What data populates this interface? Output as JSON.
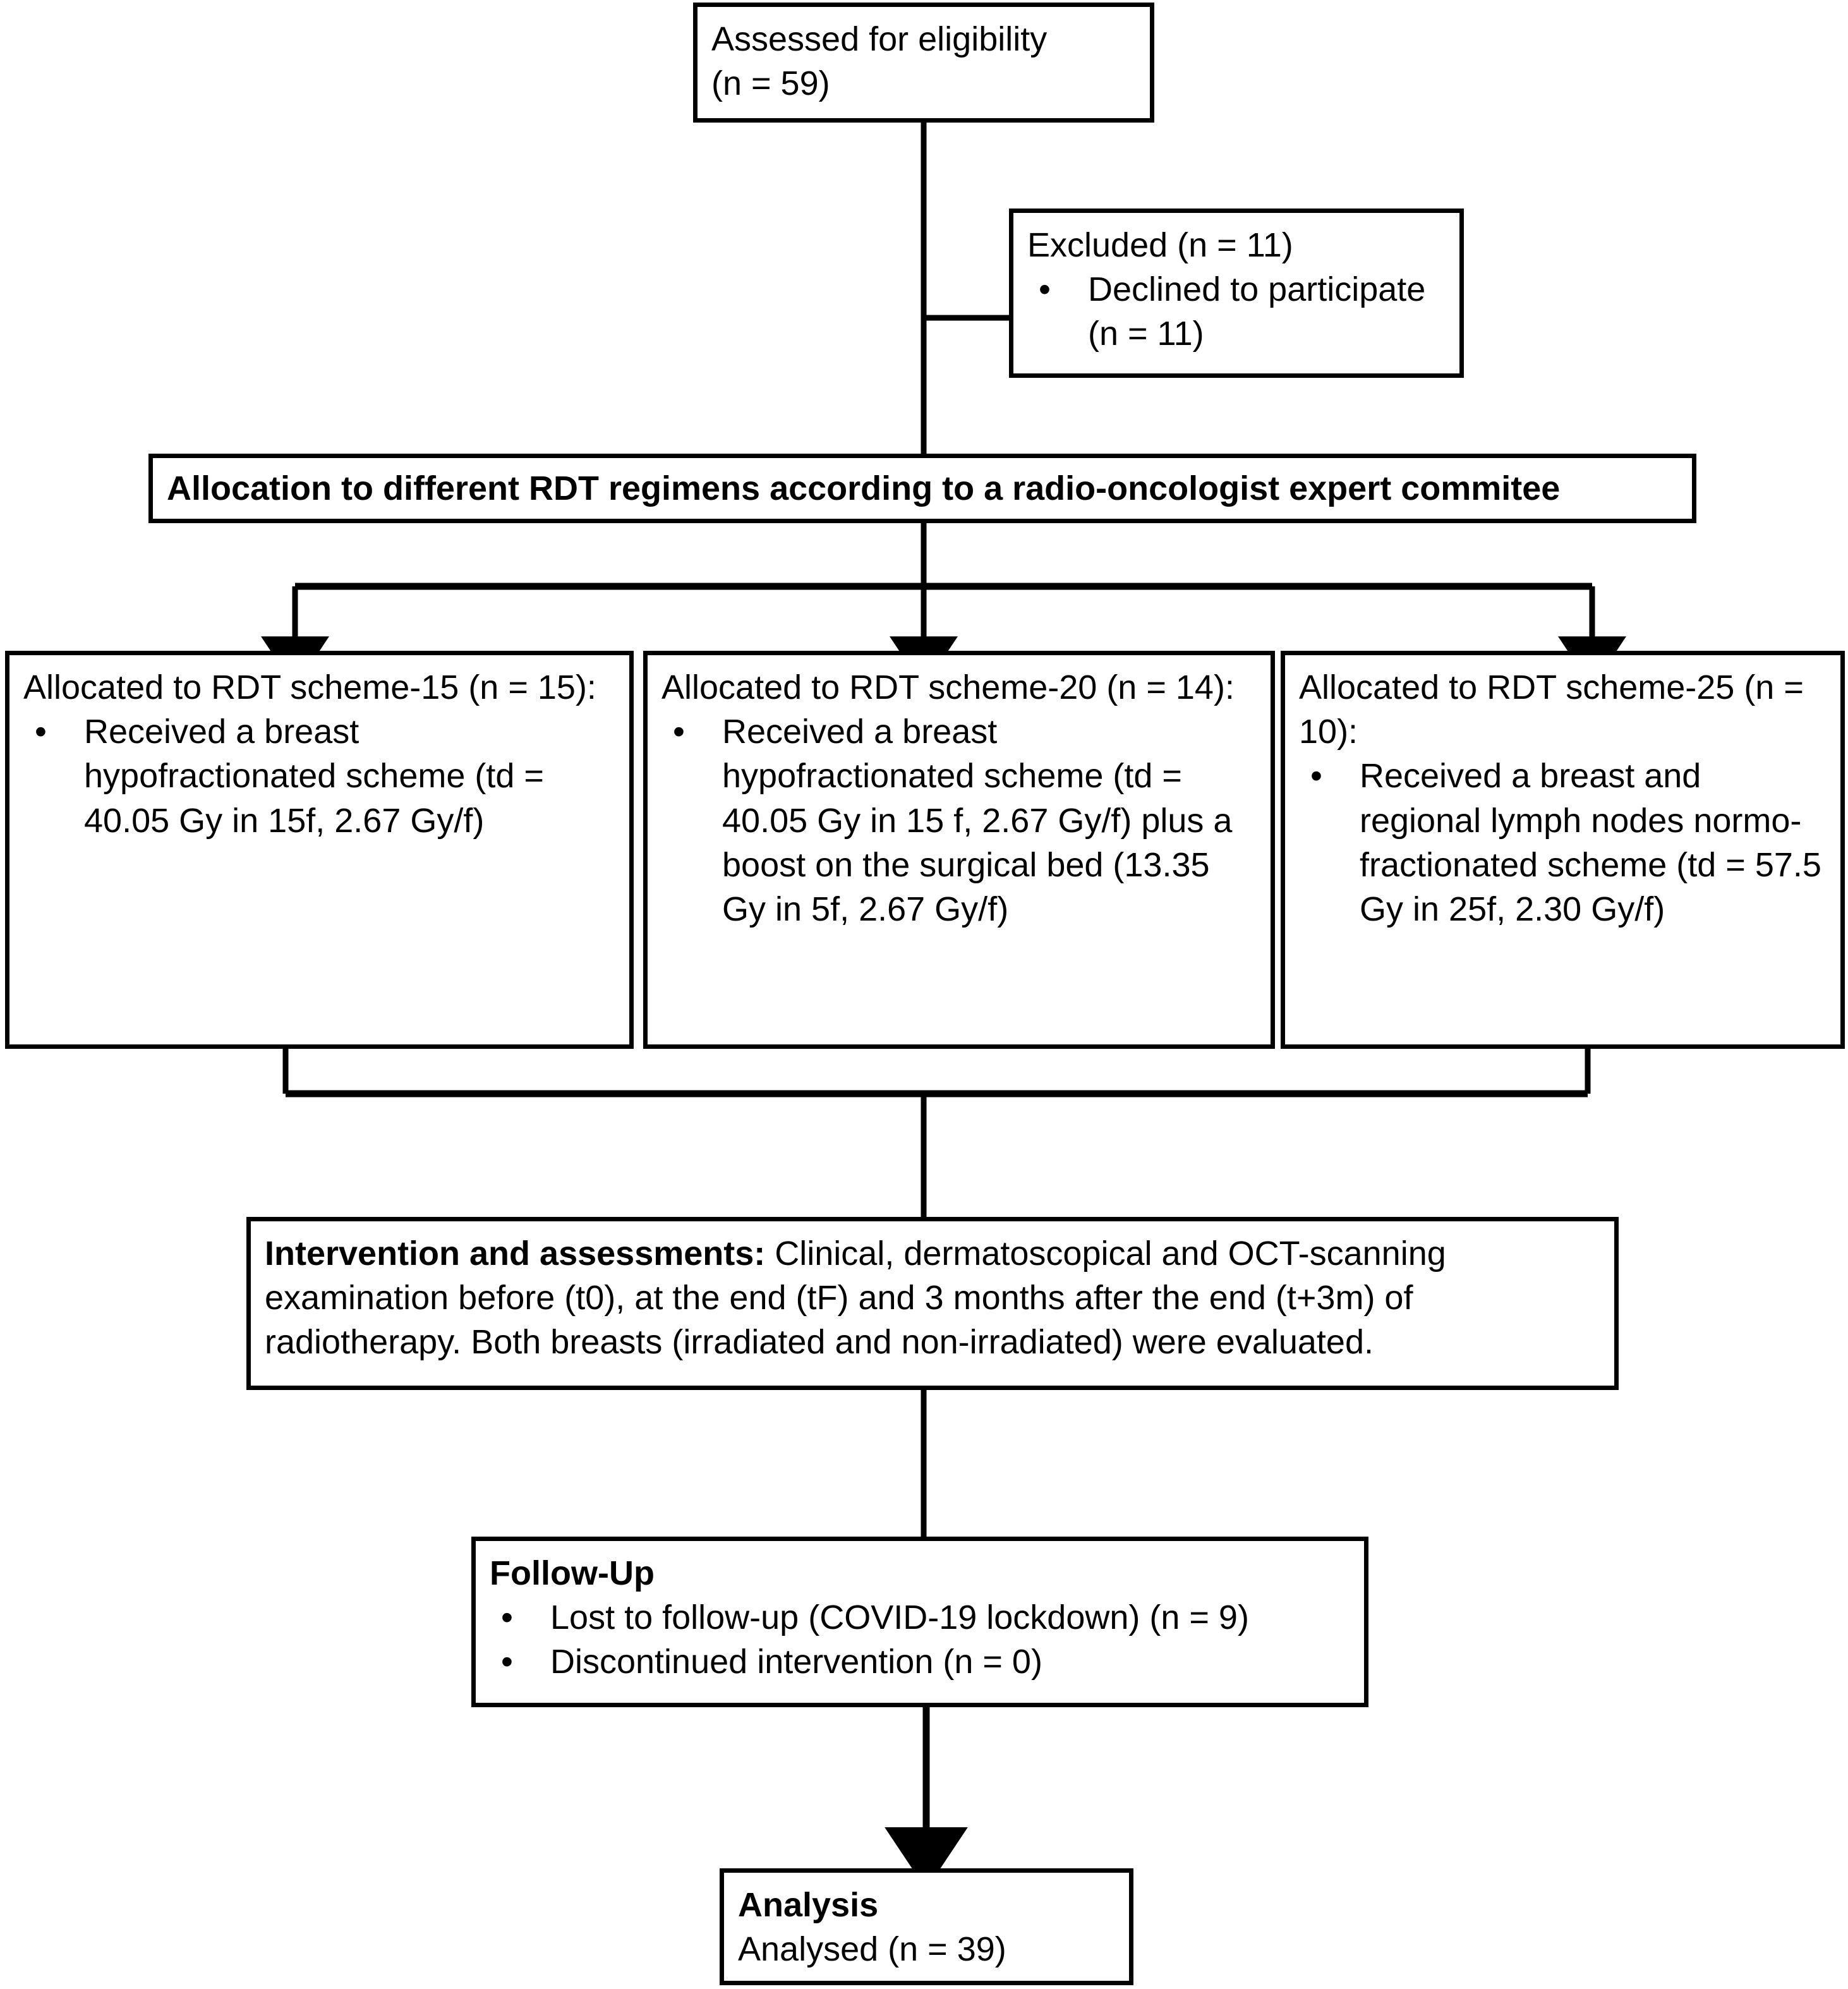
{
  "diagram": {
    "title": "CONSORT participant flow diagram",
    "line_color": "#000000",
    "background_color": "#ffffff"
  },
  "boxes": {
    "eligibility": {
      "line1": "Assessed for eligibility",
      "line2": "(n = 59)"
    },
    "excluded": {
      "header": "Excluded (n = 11)",
      "bullets": [
        "Declined to participate (n = 11)"
      ],
      "bullet_glyph": "•"
    },
    "allocation": {
      "header": "Allocation to different RDT regimens according to a radio-oncologist expert commitee"
    },
    "scheme15": {
      "header": "Allocated to RDT scheme-15 (n = 15):",
      "bullets": [
        "Received a breast hypofractionated scheme (td = 40.05 Gy in 15f, 2.67 Gy/f)"
      ],
      "bullet_glyph": "•"
    },
    "scheme20": {
      "header": "Allocated to RDT scheme-20 (n = 14):",
      "bullets": [
        "Received a breast hypofractionated scheme (td = 40.05 Gy in 15 f, 2.67 Gy/f) plus a boost on the surgical bed (13.35 Gy in 5f, 2.67 Gy/f)"
      ],
      "bullet_glyph": "•"
    },
    "scheme25": {
      "header": "Allocated to RDT scheme-25 (n = 10):",
      "bullets": [
        "Received a breast and regional lymph nodes normo-fractionated scheme (td = 57.5 Gy in 25f, 2.30 Gy/f)"
      ],
      "bullet_glyph": "•"
    },
    "intervention": {
      "label": "Intervention and assessments:",
      "body": " Clinical, dermatoscopical and OCT-scanning examination before (t0), at the end (tF) and 3 months after the end (t+3m) of radiotherapy. Both breasts (irradiated and non-irradiated) were evaluated."
    },
    "followup": {
      "header": "Follow-Up",
      "bullets": [
        "Lost to follow-up (COVID-19 lockdown) (n = 9)",
        "Discontinued intervention (n = 0)"
      ],
      "bullet_glyph": "•"
    },
    "analysis": {
      "header": "Analysis",
      "line2": "Analysed (n = 39)"
    }
  },
  "counts": {
    "assessed": 59,
    "excluded": 11,
    "declined": 11,
    "scheme15_n": 15,
    "scheme20_n": 14,
    "scheme25_n": 10,
    "lost_to_followup": 9,
    "discontinued": 0,
    "analysed": 39
  }
}
